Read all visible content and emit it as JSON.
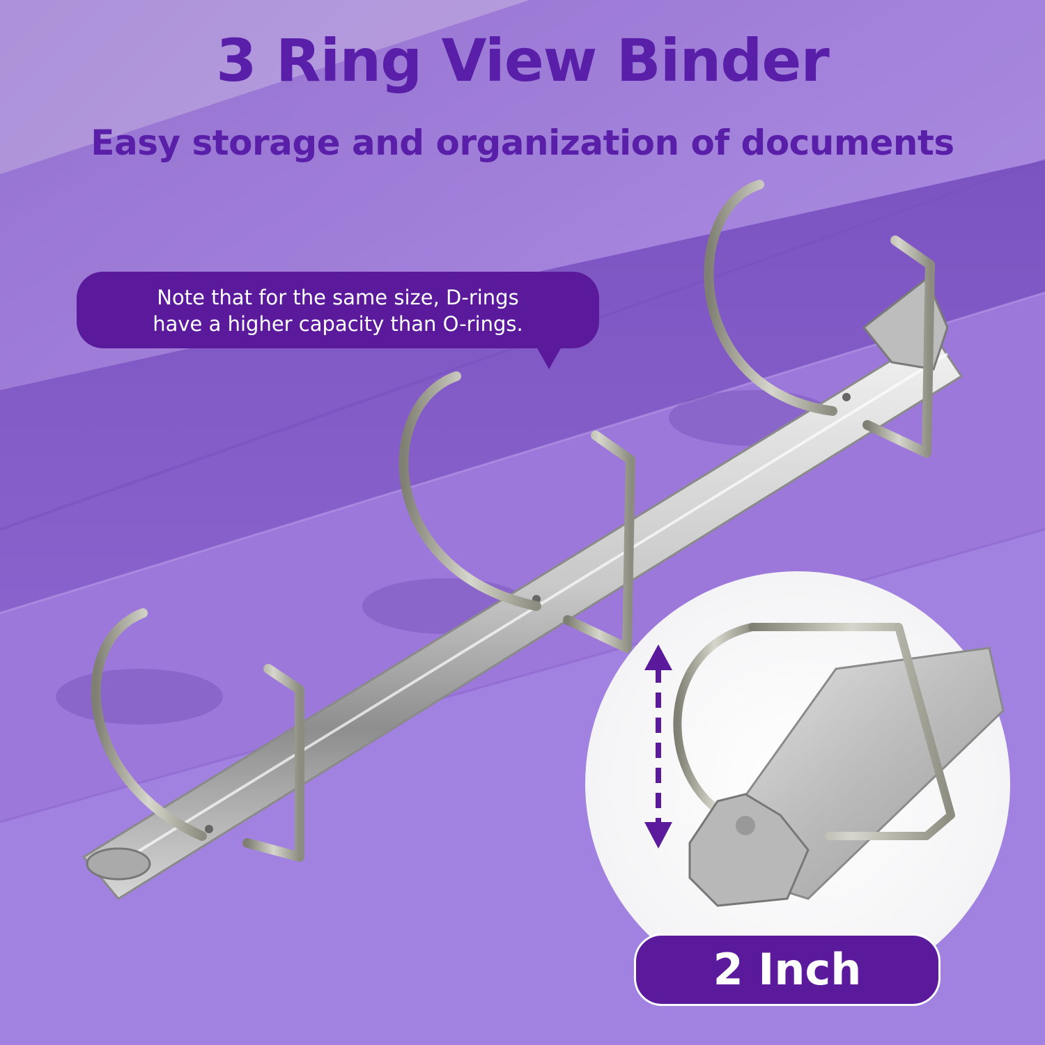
{
  "headline": "3 Ring View Binder",
  "subheadline": "Easy storage and organization of documents",
  "note": {
    "line1": "Note that for the same size, D-rings",
    "line2": "have a higher capacity than O-rings."
  },
  "size_label": "2 Inch",
  "colors": {
    "headline": "#5a1fa8",
    "bubble": "#5b1a9c",
    "binder_cover": "#9b7ad8",
    "background": "#c9b9e6",
    "metal": "#c4c4c4"
  },
  "icons": {
    "capacity_arrow": "double-headed-dashed-arrow-icon"
  }
}
